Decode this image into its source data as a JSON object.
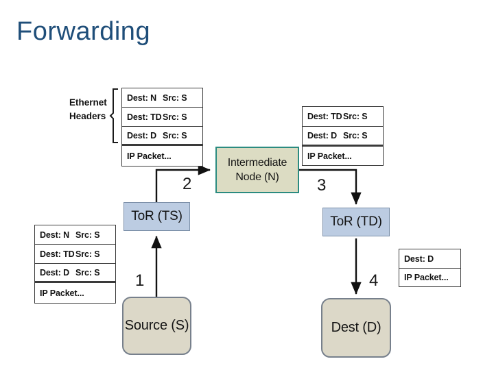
{
  "slide": {
    "title": "Forwarding",
    "title_color": "#1F4E79",
    "background": "#FFFFFF"
  },
  "annotations": {
    "ethernet_headers_line1": "Ethernet",
    "ethernet_headers_line2": "Headers",
    "bracket": "curly-brace-bracket"
  },
  "nodes": [
    {
      "id": "tor-ts",
      "label": "ToR (TS)",
      "fill": "#BCCCE2",
      "stroke": "#7B8FA8",
      "shape": "rect"
    },
    {
      "id": "tor-td",
      "label": "ToR (TD)",
      "fill": "#BCCCE2",
      "stroke": "#7B8FA8",
      "shape": "rect"
    },
    {
      "id": "intermediate-node",
      "label_line1": "Intermediate",
      "label_line2": "Node (N)",
      "fill": "#DCDCC3",
      "stroke": "#2B8B80",
      "shape": "rect"
    },
    {
      "id": "source",
      "label": "Source (S)",
      "fill": "#DCD8C8",
      "stroke": "#77808C",
      "shape": "rounded-rect"
    },
    {
      "id": "dest",
      "label": "Dest (D)",
      "fill": "#DCD8C8",
      "stroke": "#77808C",
      "shape": "rounded-rect"
    }
  ],
  "steps": [
    {
      "id": "step-1",
      "label": "1"
    },
    {
      "id": "step-2",
      "label": "2"
    },
    {
      "id": "step-3",
      "label": "3"
    },
    {
      "id": "step-4",
      "label": "4"
    }
  ],
  "packet_stacks": {
    "top_left": {
      "id": "packet-stack-source-out",
      "rows": [
        {
          "dest": "Dest: N",
          "src": "Src: S"
        },
        {
          "dest": "Dest: TD",
          "src": "Src: S"
        },
        {
          "dest": "Dest: D",
          "src": "Src: S"
        },
        {
          "dest": "IP Packet...",
          "src": ""
        }
      ]
    },
    "bottom_left": {
      "id": "packet-stack-source-in",
      "rows": [
        {
          "dest": "Dest: N",
          "src": "Src: S"
        },
        {
          "dest": "Dest: TD",
          "src": "Src: S"
        },
        {
          "dest": "Dest: D",
          "src": "Src: S"
        },
        {
          "dest": "IP Packet...",
          "src": ""
        }
      ]
    },
    "top_right": {
      "id": "packet-stack-node-out",
      "rows": [
        {
          "dest": "Dest: TD",
          "src": "Src: S"
        },
        {
          "dest": "Dest: D",
          "src": "Src: S"
        },
        {
          "dest": "IP Packet...",
          "src": ""
        }
      ]
    },
    "bottom_right": {
      "id": "packet-stack-dest-in",
      "rows": [
        {
          "dest": "Dest: D",
          "src": ""
        },
        {
          "dest": "IP Packet...",
          "src": ""
        }
      ]
    }
  }
}
